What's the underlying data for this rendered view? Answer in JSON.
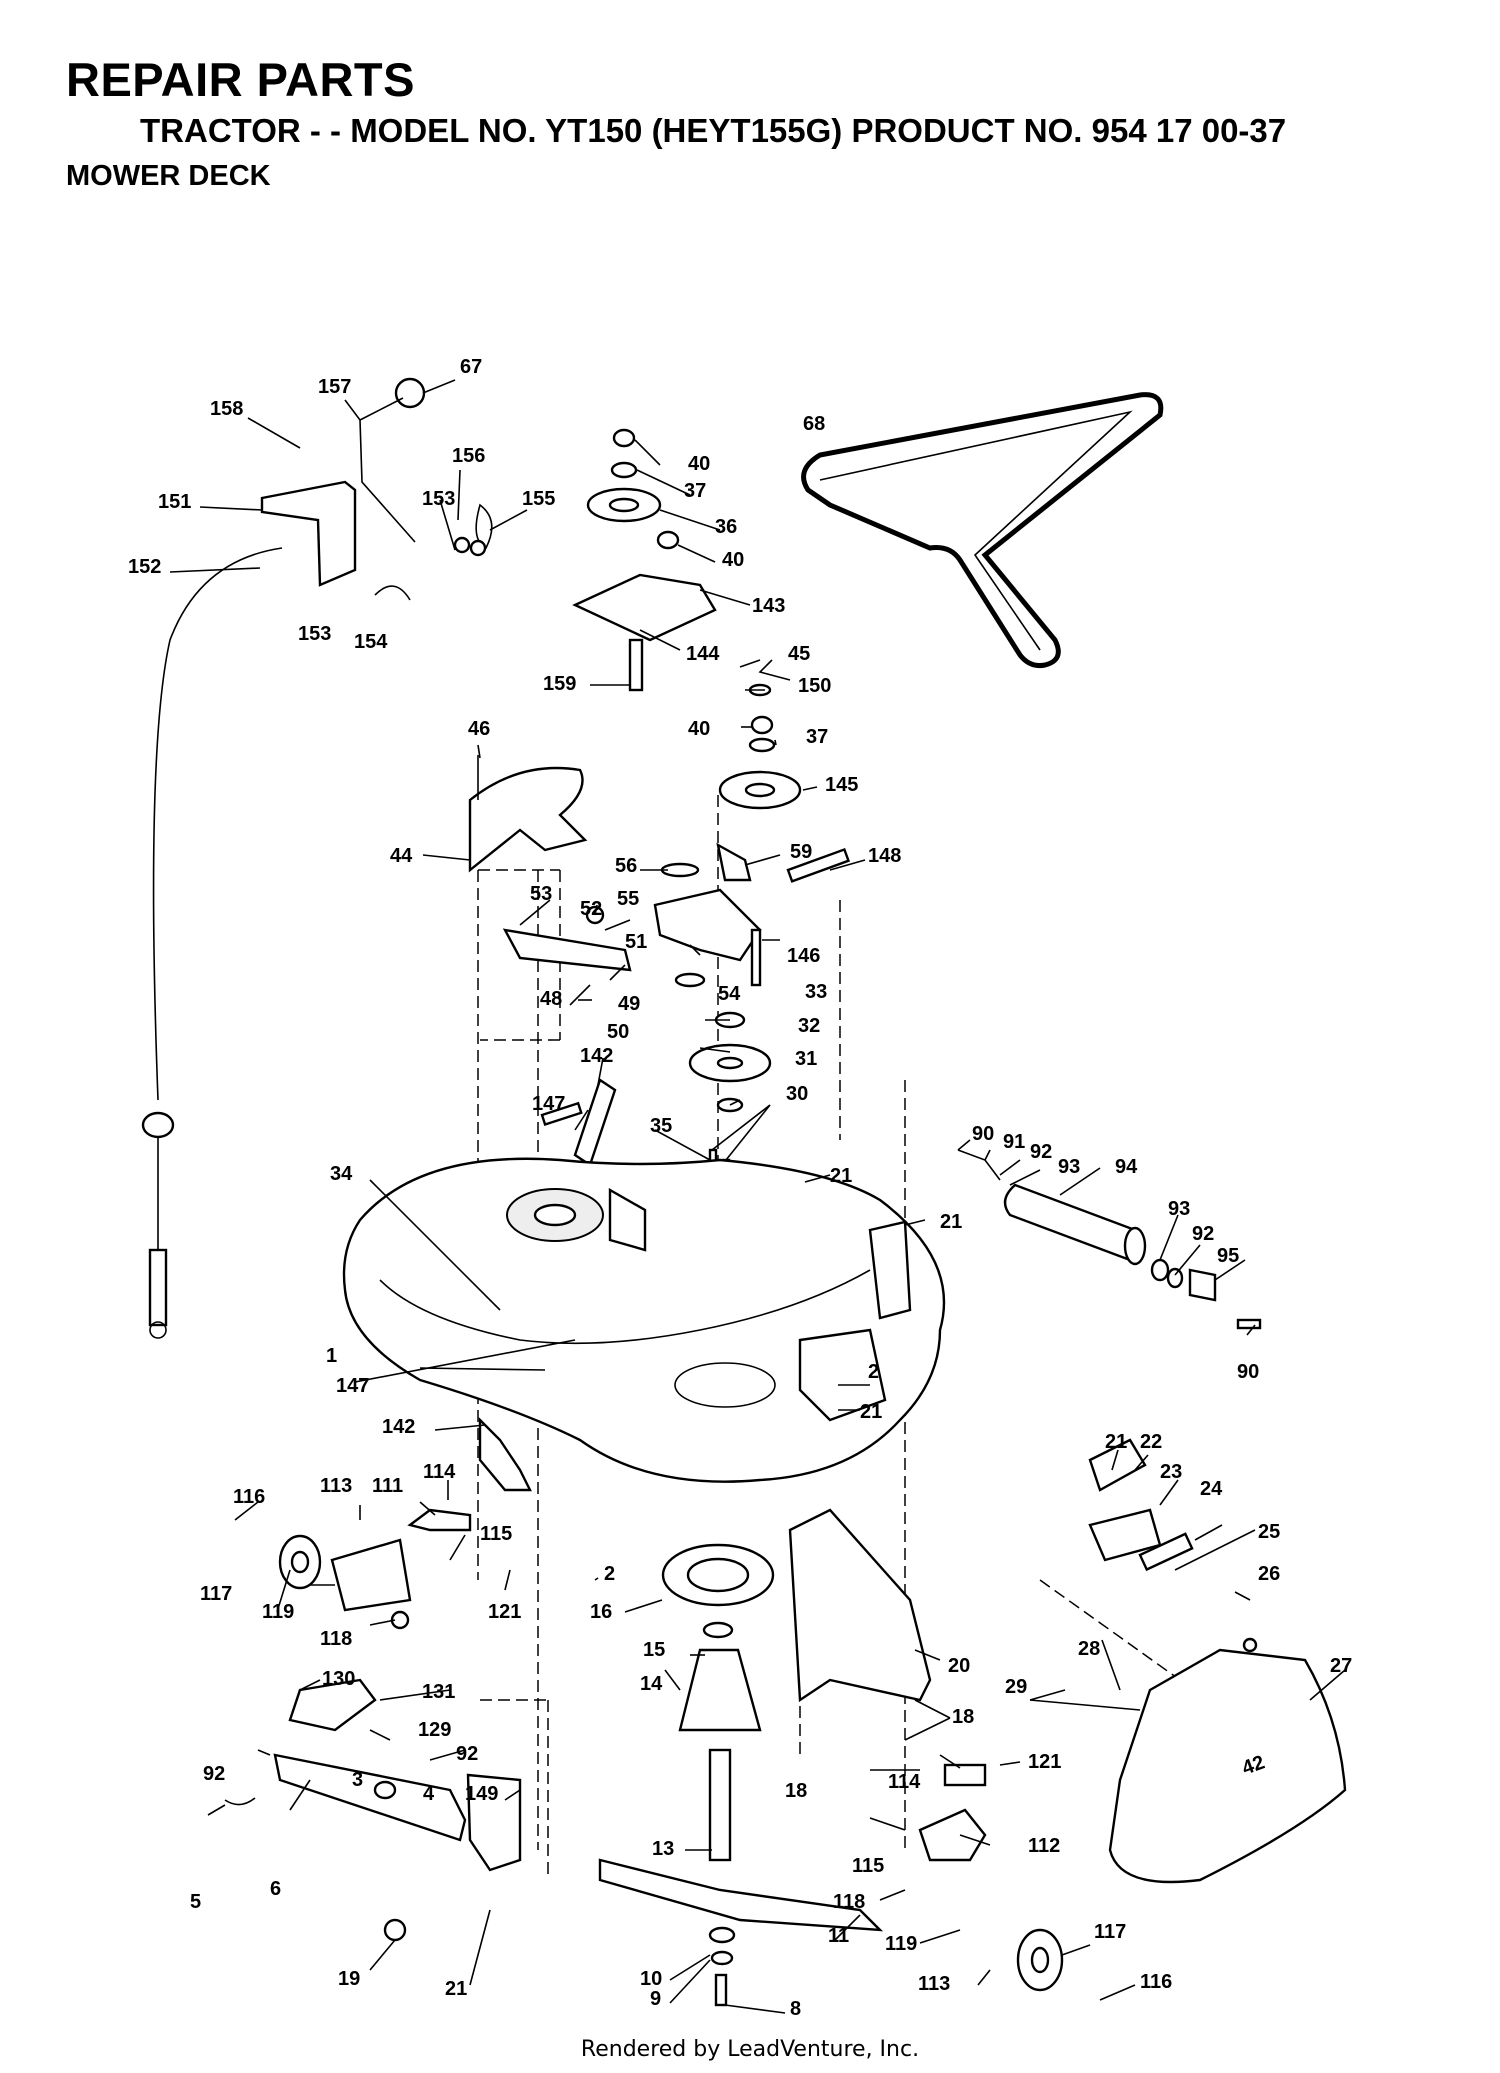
{
  "header": {
    "title": "REPAIR PARTS",
    "subtitle": "TRACTOR - - MODEL NO. YT150 (HEYT155G) PRODUCT NO. 954 17 00-37",
    "section": "MOWER DECK"
  },
  "footer": {
    "credit": "Rendered by LeadVenture, Inc."
  },
  "callouts": [
    {
      "id": "c-67",
      "text": "67"
    },
    {
      "id": "c-157",
      "text": "157"
    },
    {
      "id": "c-158",
      "text": "158"
    },
    {
      "id": "c-151",
      "text": "151"
    },
    {
      "id": "c-156",
      "text": "156"
    },
    {
      "id": "c-153a",
      "text": "153"
    },
    {
      "id": "c-155",
      "text": "155"
    },
    {
      "id": "c-152",
      "text": "152"
    },
    {
      "id": "c-153b",
      "text": "153"
    },
    {
      "id": "c-154",
      "text": "154"
    },
    {
      "id": "c-40a",
      "text": "40"
    },
    {
      "id": "c-37a",
      "text": "37"
    },
    {
      "id": "c-36",
      "text": "36"
    },
    {
      "id": "c-40b",
      "text": "40"
    },
    {
      "id": "c-143",
      "text": "143"
    },
    {
      "id": "c-144",
      "text": "144"
    },
    {
      "id": "c-159",
      "text": "159"
    },
    {
      "id": "c-68",
      "text": "68"
    },
    {
      "id": "c-45",
      "text": "45"
    },
    {
      "id": "c-150",
      "text": "150"
    },
    {
      "id": "c-40c",
      "text": "40"
    },
    {
      "id": "c-37b",
      "text": "37"
    },
    {
      "id": "c-145",
      "text": "145"
    },
    {
      "id": "c-46",
      "text": "46"
    },
    {
      "id": "c-44",
      "text": "44"
    },
    {
      "id": "c-56",
      "text": "56"
    },
    {
      "id": "c-59",
      "text": "59"
    },
    {
      "id": "c-148",
      "text": "148"
    },
    {
      "id": "c-55",
      "text": "55"
    },
    {
      "id": "c-53",
      "text": "53"
    },
    {
      "id": "c-52",
      "text": "52"
    },
    {
      "id": "c-51",
      "text": "51"
    },
    {
      "id": "c-146",
      "text": "146"
    },
    {
      "id": "c-54",
      "text": "54"
    },
    {
      "id": "c-33",
      "text": "33"
    },
    {
      "id": "c-48",
      "text": "48"
    },
    {
      "id": "c-49",
      "text": "49"
    },
    {
      "id": "c-50",
      "text": "50"
    },
    {
      "id": "c-32",
      "text": "32"
    },
    {
      "id": "c-31",
      "text": "31"
    },
    {
      "id": "c-147a",
      "text": "147"
    },
    {
      "id": "c-142a",
      "text": "142"
    },
    {
      "id": "c-30",
      "text": "30"
    },
    {
      "id": "c-35",
      "text": "35"
    },
    {
      "id": "c-90a",
      "text": "90"
    },
    {
      "id": "c-91",
      "text": "91"
    },
    {
      "id": "c-92a",
      "text": "92"
    },
    {
      "id": "c-93a",
      "text": "93"
    },
    {
      "id": "c-94",
      "text": "94"
    },
    {
      "id": "c-21a",
      "text": "21"
    },
    {
      "id": "c-34",
      "text": "34"
    },
    {
      "id": "c-21b",
      "text": "21"
    },
    {
      "id": "c-93b",
      "text": "93"
    },
    {
      "id": "c-92b",
      "text": "92"
    },
    {
      "id": "c-95",
      "text": "95"
    },
    {
      "id": "c-1",
      "text": "1"
    },
    {
      "id": "c-90b",
      "text": "90"
    },
    {
      "id": "c-147b",
      "text": "147"
    },
    {
      "id": "c-2a",
      "text": "2"
    },
    {
      "id": "c-21c",
      "text": "21"
    },
    {
      "id": "c-142b",
      "text": "142"
    },
    {
      "id": "c-114a",
      "text": "114"
    },
    {
      "id": "c-21d",
      "text": "21"
    },
    {
      "id": "c-22",
      "text": "22"
    },
    {
      "id": "c-23",
      "text": "23"
    },
    {
      "id": "c-116a",
      "text": "116"
    },
    {
      "id": "c-113a",
      "text": "113"
    },
    {
      "id": "c-111",
      "text": "111"
    },
    {
      "id": "c-115a",
      "text": "115"
    },
    {
      "id": "c-24",
      "text": "24"
    },
    {
      "id": "c-25",
      "text": "25"
    },
    {
      "id": "c-2b",
      "text": "2"
    },
    {
      "id": "c-117a",
      "text": "117"
    },
    {
      "id": "c-119a",
      "text": "119"
    },
    {
      "id": "c-121a",
      "text": "121"
    },
    {
      "id": "c-16",
      "text": "16"
    },
    {
      "id": "c-26",
      "text": "26"
    },
    {
      "id": "c-118a",
      "text": "118"
    },
    {
      "id": "c-27",
      "text": "27"
    },
    {
      "id": "c-28",
      "text": "28"
    },
    {
      "id": "c-20",
      "text": "20"
    },
    {
      "id": "c-15",
      "text": "15"
    },
    {
      "id": "c-29",
      "text": "29"
    },
    {
      "id": "c-130",
      "text": "130"
    },
    {
      "id": "c-131",
      "text": "131"
    },
    {
      "id": "c-14",
      "text": "14"
    },
    {
      "id": "c-18a",
      "text": "18"
    },
    {
      "id": "c-129",
      "text": "129"
    },
    {
      "id": "c-92c",
      "text": "92"
    },
    {
      "id": "c-92d",
      "text": "92"
    },
    {
      "id": "c-121b",
      "text": "121"
    },
    {
      "id": "c-3",
      "text": "3"
    },
    {
      "id": "c-114b",
      "text": "114"
    },
    {
      "id": "c-18b",
      "text": "18"
    },
    {
      "id": "c-4",
      "text": "4"
    },
    {
      "id": "c-149",
      "text": "149"
    },
    {
      "id": "c-13",
      "text": "13"
    },
    {
      "id": "c-112",
      "text": "112"
    },
    {
      "id": "c-115b",
      "text": "115"
    },
    {
      "id": "c-5",
      "text": "5"
    },
    {
      "id": "c-6",
      "text": "6"
    },
    {
      "id": "c-118b",
      "text": "118"
    },
    {
      "id": "c-117b",
      "text": "117"
    },
    {
      "id": "c-11",
      "text": "11"
    },
    {
      "id": "c-119b",
      "text": "119"
    },
    {
      "id": "c-19",
      "text": "19"
    },
    {
      "id": "c-21e",
      "text": "21"
    },
    {
      "id": "c-10",
      "text": "10"
    },
    {
      "id": "c-113b",
      "text": "113"
    },
    {
      "id": "c-116b",
      "text": "116"
    },
    {
      "id": "c-9",
      "text": "9"
    },
    {
      "id": "c-8",
      "text": "8"
    }
  ]
}
